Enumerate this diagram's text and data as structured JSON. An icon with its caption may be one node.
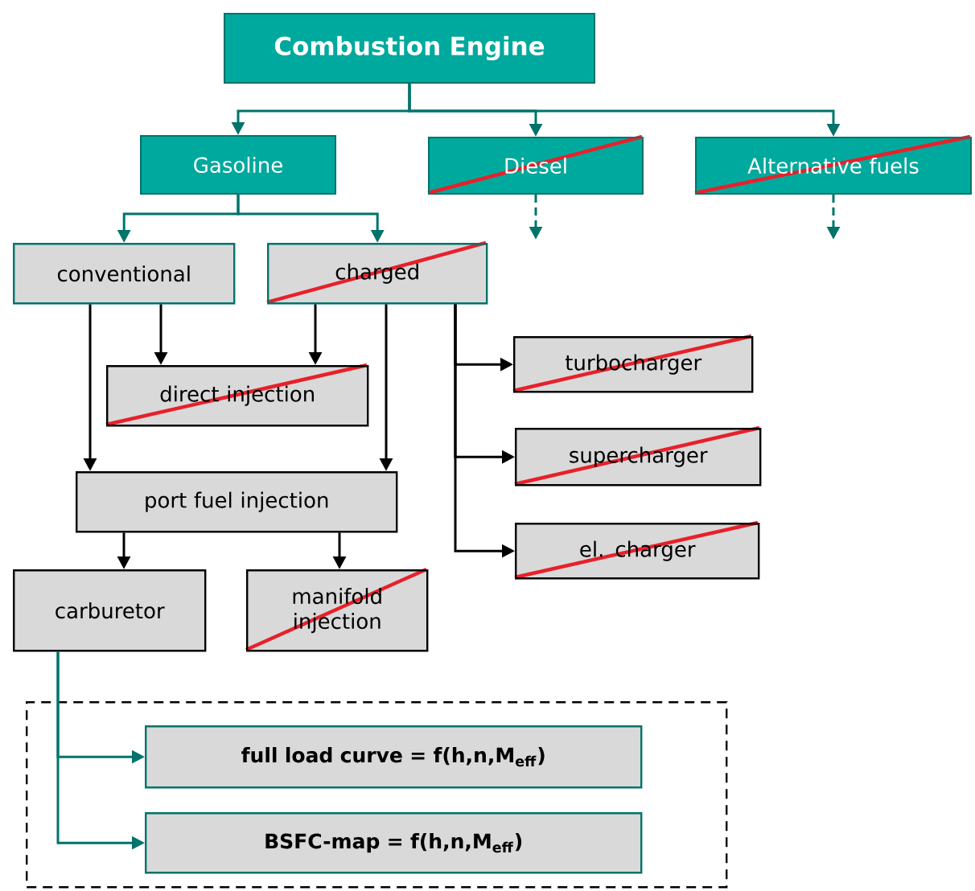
{
  "diagram": {
    "nodes": [
      {
        "text": [
          "Combustion Engine"
        ]
      },
      {
        "text": [
          "Gasoline"
        ]
      },
      {
        "text": [
          "Diesel"
        ]
      },
      {
        "text": [
          "Alternative fuels"
        ]
      },
      {
        "text": [
          "conventional"
        ]
      },
      {
        "text": [
          "charged"
        ]
      },
      {
        "text": [
          "direct injection"
        ]
      },
      {
        "text": [
          "turbocharger"
        ]
      },
      {
        "text": [
          "supercharger"
        ]
      },
      {
        "text": [
          "el. charger"
        ]
      },
      {
        "text": [
          "port fuel injection"
        ]
      },
      {
        "text": [
          "carburetor"
        ]
      },
      {
        "text": [
          "manifold injection"
        ]
      },
      {
        "text": [],
        "shape": "box"
      },
      {
        "text": [
          "full load curve = f(h,n,M$_{eff}$)"
        ],
        "in": 13
      },
      {
        "text": [
          "BSFC-map = f(h,n,M$_{eff}$)"
        ],
        "in": 13
      }
    ],
    "edges": [
      {
        "from": 0,
        "to": 1,
        "arrow": "to",
        "color": "#00736b"
      },
      {
        "from": 0,
        "to": 2,
        "arrow": "to",
        "color": "#00736b"
      },
      {
        "from": 0,
        "to": 3,
        "arrow": "to",
        "color": "#00736b"
      },
      {
        "from": 2,
        "to": null,
        "arrow": "to",
        "style": "dashed",
        "color": "#00736b"
      },
      {
        "from": 3,
        "to": null,
        "arrow": "to",
        "style": "dashed",
        "color": "#00736b"
      },
      {
        "from": 1,
        "to": 4,
        "arrow": "to",
        "color": "#00736b"
      },
      {
        "from": 1,
        "to": 5,
        "arrow": "to",
        "color": "#00736b"
      },
      {
        "from": 4,
        "to": 6,
        "arrow": "to",
        "color": "#000000"
      },
      {
        "from": 5,
        "to": 6,
        "arrow": "to",
        "color": "#000000"
      },
      {
        "from": 4,
        "to": 10,
        "arrow": "to",
        "color": "#000000"
      },
      {
        "from": 5,
        "to": 10,
        "arrow": "to",
        "color": "#000000"
      },
      {
        "from": 5,
        "to": 7,
        "arrow": "to",
        "color": "#000000"
      },
      {
        "from": 5,
        "to": 8,
        "arrow": "to",
        "color": "#000000"
      },
      {
        "from": 5,
        "to": 9,
        "arrow": "to",
        "color": "#000000"
      },
      {
        "from": 10,
        "to": 11,
        "arrow": "to",
        "color": "#000000"
      },
      {
        "from": 10,
        "to": 12,
        "arrow": "to",
        "color": "#000000"
      },
      {
        "from": 11,
        "to": 14,
        "arrow": "to",
        "color": "#00736b"
      },
      {
        "from": 11,
        "to": 15,
        "arrow": "to",
        "color": "#00736b"
      }
    ]
  }
}
